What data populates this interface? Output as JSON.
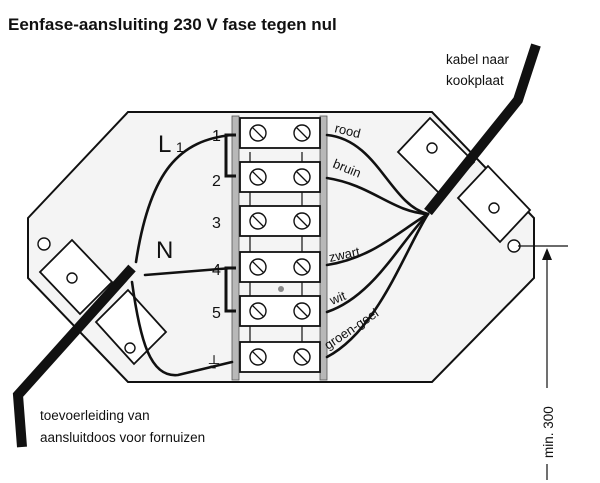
{
  "title": "Eenfase-aansluiting 230 V fase tegen nul",
  "cable_out_label": [
    "kabel naar",
    "kookplaat"
  ],
  "cable_in_label": [
    "toevoerleiding van",
    "aansluitdoos voor fornuizen"
  ],
  "phase_label": "L",
  "phase_sub": "1",
  "neutral_label": "N",
  "terminals": [
    "1",
    "2",
    "3",
    "4",
    "5"
  ],
  "earth_symbol": "⏚",
  "wire_labels": {
    "rood": "rood",
    "bruin": "bruin",
    "zwart": "zwart",
    "wit": "wit",
    "groen_geel": "groen-geel"
  },
  "dimension_label": "min. 300",
  "colors": {
    "ink": "#111111",
    "box_fill": "#f4f4f4",
    "rail": "#b8b8b8"
  }
}
